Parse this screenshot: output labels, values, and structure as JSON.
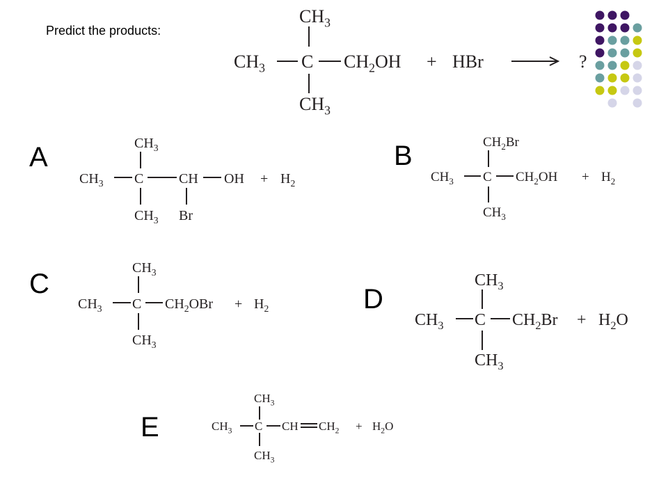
{
  "prompt": "Predict the products:",
  "question": {
    "top": "CH3",
    "bottom": "CH3",
    "left": "CH3",
    "center": "C",
    "right": "CH2OH",
    "plus": "+",
    "reagent": "HBr",
    "arrow": "⟶",
    "result": "?"
  },
  "options": [
    {
      "letter": "A",
      "top": "CH3",
      "bottom": "CH3",
      "left": "CH3",
      "center": "C",
      "right": "CH",
      "substituent": "Br",
      "tail": "OH",
      "plus": "+",
      "byproduct": "H2"
    },
    {
      "letter": "B",
      "top": "CH2Br",
      "bottom": "CH3",
      "left": "CH3",
      "center": "C",
      "right": "CH2OH",
      "plus": "+",
      "byproduct": "H2"
    },
    {
      "letter": "C",
      "top": "CH3",
      "bottom": "CH3",
      "left": "CH3",
      "center": "C",
      "right": "CH2OBr",
      "plus": "+",
      "byproduct": "H2"
    },
    {
      "letter": "D",
      "top": "CH3",
      "bottom": "CH3",
      "left": "CH3",
      "center": "C",
      "right": "CH2Br",
      "plus": "+",
      "byproduct": "H2O"
    },
    {
      "letter": "E",
      "top": "CH3",
      "bottom": "CH3",
      "left": "CH3",
      "center": "C",
      "right": "CH",
      "tail": "CH2",
      "plus": "+",
      "byproduct": "H2O"
    }
  ],
  "decoration": {
    "colors": {
      "purple": "#3f1663",
      "teal": "#6a9fa0",
      "yellow": "#c6c812",
      "lavender": "#d5d5e8"
    }
  }
}
